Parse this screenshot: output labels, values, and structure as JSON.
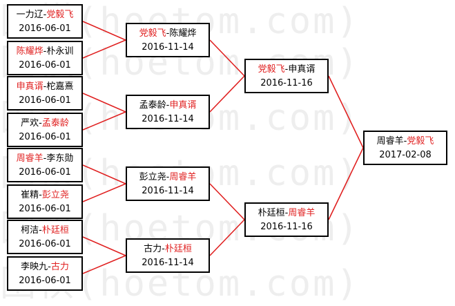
{
  "watermark": "围棋(hoetom.com)",
  "colors": {
    "winner": "#e02020",
    "line": "#e02020",
    "text": "#000000",
    "border": "#000000"
  },
  "matches": {
    "r1_1": {
      "p1": "一力辽",
      "p2": "党毅飞",
      "winner": 2,
      "date": "2016-06-01"
    },
    "r1_2": {
      "p1": "陈耀烨",
      "p2": "朴永训",
      "winner": 1,
      "date": "2016-06-01"
    },
    "r1_3": {
      "p1": "申真谞",
      "p2": "柁嘉熹",
      "winner": 1,
      "date": "2016-06-01"
    },
    "r1_4": {
      "p1": "严欢",
      "p2": "孟泰龄",
      "winner": 2,
      "date": "2016-06-01"
    },
    "r1_5": {
      "p1": "周睿羊",
      "p2": "李东勋",
      "winner": 1,
      "date": "2016-06-01"
    },
    "r1_6": {
      "p1": "崔精",
      "p2": "彭立尧",
      "winner": 2,
      "date": "2016-06-01"
    },
    "r1_7": {
      "p1": "柯洁",
      "p2": "朴廷桓",
      "winner": 2,
      "date": "2016-06-01"
    },
    "r1_8": {
      "p1": "李映九",
      "p2": "古力",
      "winner": 2,
      "date": "2016-06-01"
    },
    "r2_1": {
      "p1": "党毅飞",
      "p2": "陈耀烨",
      "winner": 1,
      "date": "2016-11-14"
    },
    "r2_2": {
      "p1": "孟泰龄",
      "p2": "申真谞",
      "winner": 2,
      "date": "2016-11-14"
    },
    "r2_3": {
      "p1": "彭立尧",
      "p2": "周睿羊",
      "winner": 2,
      "date": "2016-11-14"
    },
    "r2_4": {
      "p1": "古力",
      "p2": "朴廷桓",
      "winner": 2,
      "date": "2016-11-14"
    },
    "r3_1": {
      "p1": "党毅飞",
      "p2": "申真谞",
      "winner": 1,
      "date": "2016-11-16"
    },
    "r3_2": {
      "p1": "朴廷桓",
      "p2": "周睿羊",
      "winner": 2,
      "date": "2016-11-16"
    },
    "final": {
      "p1": "周睿羊",
      "p2": "党毅飞",
      "winner": 2,
      "date": "2017-02-08"
    }
  }
}
